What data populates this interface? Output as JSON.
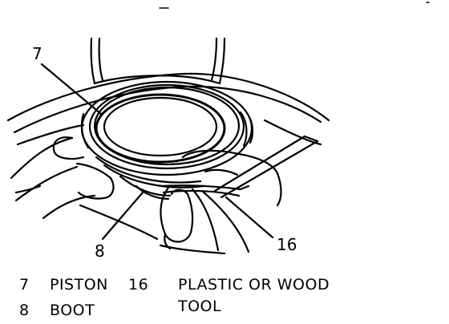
{
  "callouts": {
    "piston": "7",
    "boot": "8",
    "tool": "16"
  },
  "legend": {
    "items": [
      {
        "num": "7",
        "label": "PISTON"
      },
      {
        "num": "8",
        "label": "BOOT"
      },
      {
        "num": "16",
        "label": "PLASTIC OR WOOD",
        "label_line2": "TOOL"
      }
    ]
  }
}
